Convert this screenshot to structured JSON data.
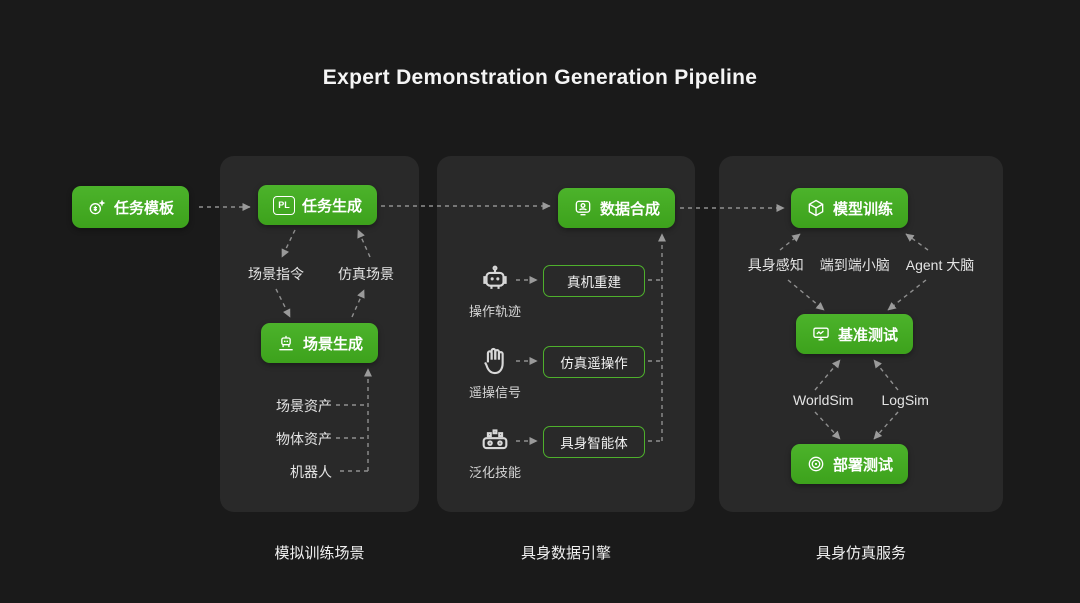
{
  "title": "Expert Demonstration Generation Pipeline",
  "colors": {
    "accent_green": "#3fae1f",
    "panel_bg": "#292929",
    "page_bg": "#1a1a1a",
    "connector": "#8f8f8f"
  },
  "start_node": {
    "label": "任务模板"
  },
  "panels": [
    {
      "caption": "模拟训练场景",
      "task_generation": {
        "label": "任务生成",
        "badge": "PL"
      },
      "cycle_left": "场景指令",
      "cycle_right": "仿真场景",
      "scene_generation": {
        "label": "场景生成"
      },
      "assets": [
        "场景资产",
        "物体资产",
        "机器人"
      ]
    },
    {
      "caption": "具身数据引擎",
      "data_synthesis": {
        "label": "数据合成"
      },
      "rows": [
        {
          "source": "操作轨迹",
          "target": "真机重建"
        },
        {
          "source": "遥操信号",
          "target": "仿真遥操作"
        },
        {
          "source": "泛化技能",
          "target": "具身智能体"
        }
      ]
    },
    {
      "caption": "具身仿真服务",
      "model_training": {
        "label": "模型训练"
      },
      "brain_labels": [
        "具身感知",
        "端到端小脑",
        "Agent 大脑"
      ],
      "benchmark": {
        "label": "基准测试"
      },
      "sim_labels": [
        "WorldSim",
        "LogSim"
      ],
      "deployment": {
        "label": "部署测试"
      }
    }
  ]
}
